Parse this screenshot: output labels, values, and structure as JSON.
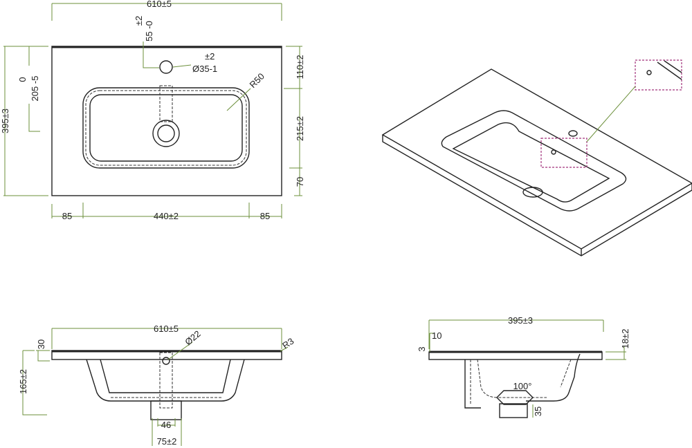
{
  "top_view": {
    "width": "610±5",
    "tap_tol": "±2",
    "tap_offset": "55 -0",
    "hole_tol": "±2",
    "hole_dia": "Ø35-1",
    "radius": "R50",
    "depth": "395±3",
    "zero": "0",
    "basin_depth": "205 -5",
    "right_1": "110±2",
    "right_2": "215±2",
    "right_3": "70",
    "bottom_left": "85",
    "bottom_mid": "440±2",
    "bottom_right": "85"
  },
  "front_view": {
    "width": "610±5",
    "slab": "30",
    "height": "165±2",
    "overflow_dia": "Ø22",
    "edge_radius": "R3",
    "drain_inner": "46",
    "drain_outer": "75±2"
  },
  "side_view": {
    "depth": "395±3",
    "lip": "10",
    "lip_t": "3",
    "thickness": "18±2",
    "angle": "100°",
    "drain_h": "35"
  },
  "colors": {
    "dimension": "#6b8f3a",
    "detail": "#a0307a",
    "outline": "#222222"
  }
}
